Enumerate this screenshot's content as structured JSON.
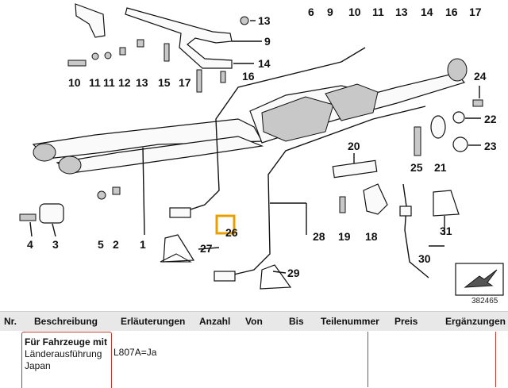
{
  "diagram": {
    "image_code": "382465",
    "callouts": {
      "c1": "1",
      "c2": "2",
      "c3": "3",
      "c4": "4",
      "c5": "5",
      "c6": "6",
      "c9": "9",
      "c10": "10",
      "c11": "11",
      "c12": "12",
      "c13": "13",
      "c14": "14",
      "c15": "15",
      "c16": "16",
      "c17": "17",
      "c18": "18",
      "c19": "19",
      "c20": "20",
      "c21": "21",
      "c22": "22",
      "c23": "23",
      "c24": "24",
      "c25": "25",
      "c26": "26",
      "c27": "27",
      "c28": "28",
      "c29": "29",
      "c30": "30",
      "c31": "31"
    }
  },
  "table": {
    "headers": [
      "Nr.",
      "Beschreibung",
      "Erläuterungen",
      "Anzahl",
      "Von",
      "Bis",
      "Teilenummer",
      "Preis",
      "Ergänzungen"
    ],
    "note_row": {
      "title": "Für Fahrzeuge mit",
      "line2": "Länderausführung",
      "line3": "Japan",
      "code": "L807A=Ja"
    }
  },
  "colors": {
    "highlight": "#e8a000",
    "table_header_bg": "#e8e8e8",
    "row_border": "#c0392b"
  }
}
